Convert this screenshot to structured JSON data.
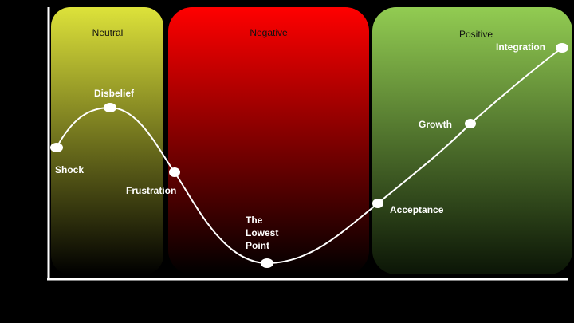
{
  "zones": [
    {
      "id": "neutral",
      "label": "Neutral"
    },
    {
      "id": "negative",
      "label": "Negative"
    },
    {
      "id": "positive",
      "label": "Positive"
    }
  ],
  "stages": [
    {
      "id": "shock",
      "label": "Shock"
    },
    {
      "id": "disbelief",
      "label": "Disbelief"
    },
    {
      "id": "frustration",
      "label": "Frustration"
    },
    {
      "id": "lowest-point",
      "label_lines": [
        "The",
        "Lowest",
        "Point"
      ]
    },
    {
      "id": "acceptance",
      "label": "Acceptance"
    },
    {
      "id": "growth",
      "label": "Growth"
    },
    {
      "id": "integration",
      "label": "Integration"
    }
  ],
  "colors": {
    "neutral": "#d8dd3a",
    "negative": "#ff0000",
    "positive": "#8cc64e",
    "curve": "#ffffff",
    "axis": "#ffffff"
  }
}
